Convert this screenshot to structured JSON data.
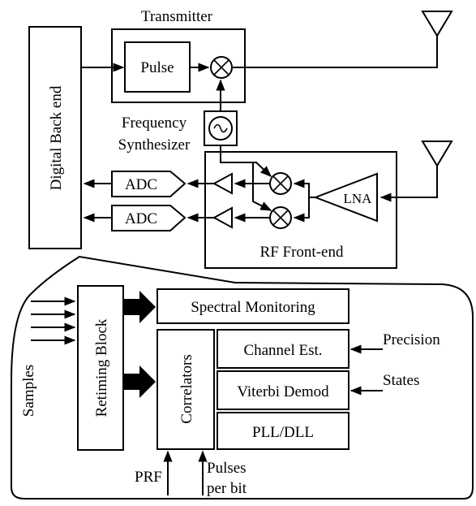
{
  "labels": {
    "transmitter": "Transmitter",
    "pulse": "Pulse",
    "digital_back_end": "Digital Back end",
    "frequency": "Frequency",
    "synthesizer": "Synthesizer",
    "adc_top": "ADC",
    "adc_bottom": "ADC",
    "lna": "LNA",
    "rf_front_end": "RF Front-end",
    "samples": "Samples",
    "retiming_block": "Retiming Block",
    "spectral_monitoring": "Spectral Monitoring",
    "correlators": "Correlators",
    "channel_est": "Channel Est.",
    "viterbi_demod": "Viterbi Demod",
    "pll_dll": "PLL/DLL",
    "precision": "Precision",
    "states": "States",
    "prf": "PRF",
    "pulses": "Pulses",
    "per_bit": "per bit"
  },
  "icons": {
    "mixer": "circle-x",
    "oscillator": "tilde-in-circle",
    "antenna": "triangle-antenna",
    "amplifier": "triangle"
  }
}
